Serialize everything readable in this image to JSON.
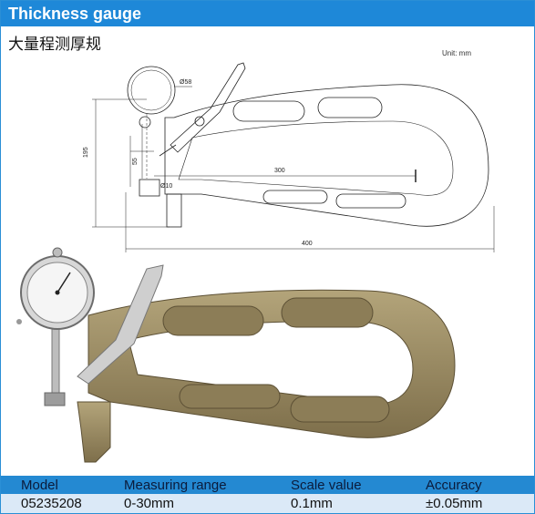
{
  "header": {
    "title": "Thickness gauge"
  },
  "subtitle": "大量程测厚规",
  "drawing": {
    "unit_label": "Unit: mm",
    "dim_195": "195",
    "dim_55": "55",
    "dim_300": "300",
    "dim_400": "400",
    "dim_phi58": "Ø58",
    "dim_phi10": "Ø10"
  },
  "colors": {
    "accent": "#1e88d8",
    "row": "#dbe9f7",
    "gauge_body": "#9a8a63"
  },
  "specs": {
    "headers": [
      "Model",
      "Measuring range",
      "Scale value",
      "Accuracy"
    ],
    "row": [
      "05235208",
      "0-30mm",
      "0.1mm",
      "±0.05mm"
    ]
  }
}
